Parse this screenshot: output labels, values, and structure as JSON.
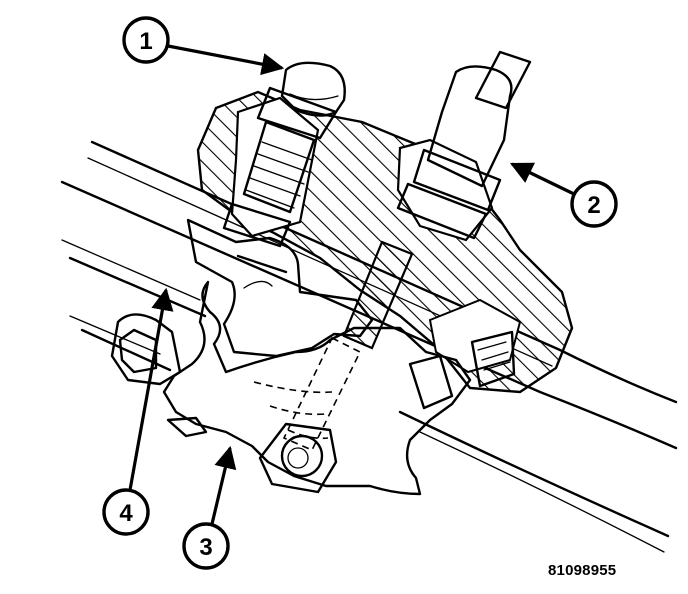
{
  "callouts": [
    {
      "id": "callout-1",
      "label": "1"
    },
    {
      "id": "callout-2",
      "label": "2"
    },
    {
      "id": "callout-3",
      "label": "3"
    },
    {
      "id": "callout-4",
      "label": "4"
    }
  ],
  "figure_id": "81098955",
  "colors": {
    "line": "#000000",
    "background": "#ffffff"
  }
}
